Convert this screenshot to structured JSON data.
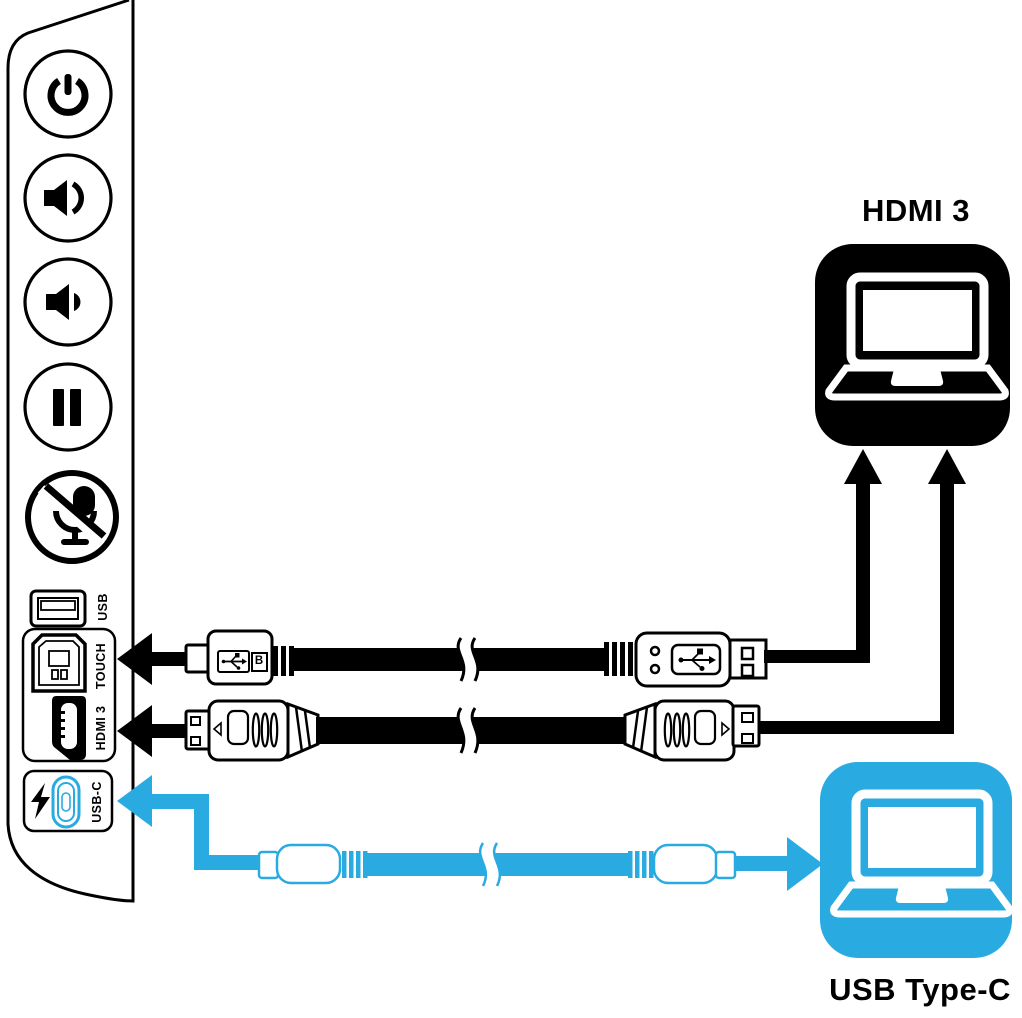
{
  "colors": {
    "cable_black": "#000000",
    "cable_cyan": "#29ABE2",
    "background": "#ffffff"
  },
  "panel": {
    "buttons": [
      {
        "id": "power",
        "icon": "power-icon"
      },
      {
        "id": "volume-up",
        "icon": "volume-up-icon"
      },
      {
        "id": "volume-down",
        "icon": "volume-down-icon"
      },
      {
        "id": "pause",
        "icon": "pause-icon"
      },
      {
        "id": "mic-mute",
        "icon": "mic-mute-icon"
      }
    ],
    "ports": {
      "usb": {
        "label": "USB",
        "icon": "usb-a-port-icon"
      },
      "touch": {
        "label": "TOUCH",
        "icon": "usb-b-port-icon"
      },
      "hdmi": {
        "label": "HDMI 3",
        "icon": "hdmi-port-icon"
      },
      "usbc": {
        "label": "USB-C",
        "icon": "usb-c-port-icon",
        "extra_icon": "lightning-icon"
      }
    }
  },
  "devices": {
    "hdmi_laptop": {
      "label": "HDMI 3",
      "icon": "laptop-icon"
    },
    "usbc_laptop": {
      "label": "USB Type-C",
      "icon": "laptop-icon"
    }
  },
  "connectors": {
    "usb_b_marker": "B"
  }
}
